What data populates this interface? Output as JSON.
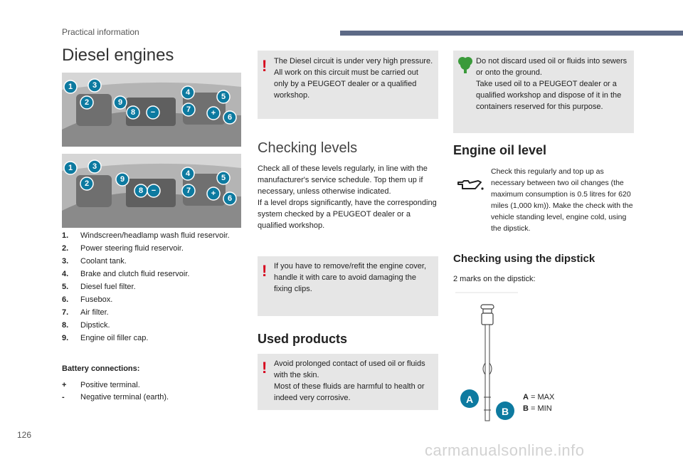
{
  "header": {
    "section": "Practical information"
  },
  "title": "Diesel engines",
  "photos": {
    "callouts": [
      "1",
      "2",
      "3",
      "9",
      "8",
      "−",
      "4",
      "7",
      "5",
      "+",
      "6"
    ]
  },
  "parts": [
    {
      "num": "1.",
      "text": "Windscreen/headlamp wash fluid reservoir."
    },
    {
      "num": "2.",
      "text": "Power steering fluid reservoir."
    },
    {
      "num": "3.",
      "text": "Coolant tank."
    },
    {
      "num": "4.",
      "text": "Brake and clutch fluid reservoir."
    },
    {
      "num": "5.",
      "text": "Diesel fuel filter."
    },
    {
      "num": "6.",
      "text": "Fusebox."
    },
    {
      "num": "7.",
      "text": "Air filter."
    },
    {
      "num": "8.",
      "text": "Dipstick."
    },
    {
      "num": "9.",
      "text": "Engine oil filler cap."
    }
  ],
  "battery": {
    "heading": "Battery connections:",
    "items": [
      {
        "sym": "+",
        "text": "Positive terminal."
      },
      {
        "sym": "-",
        "text": "Negative terminal (earth)."
      }
    ]
  },
  "warning_diesel": "The Diesel circuit is under very high pressure.\nAll work on this circuit must be carried out only by a PEUGEOT dealer or a qualified workshop.",
  "checking_levels": {
    "heading": "Checking levels",
    "body": "Check all of these levels regularly, in line with the manufacturer's service schedule. Top them up if necessary, unless otherwise indicated.\nIf a level drops significantly, have the corresponding system checked by a PEUGEOT dealer or a qualified workshop."
  },
  "warning_cover": "If you have to remove/refit the engine cover, handle it with care to avoid damaging the fixing clips.",
  "used_products": {
    "heading": "Used products",
    "warning": "Avoid prolonged contact of used oil or fluids with the skin.\nMost of these fluids are harmful to health or indeed very corrosive."
  },
  "env_note": "Do not discard used oil or fluids into sewers or onto the ground.\nTake used oil to a PEUGEOT dealer or a qualified workshop and dispose of it in the containers reserved for this purpose.",
  "engine_oil": {
    "heading": "Engine oil level",
    "body": "Check this regularly and top up as necessary between two oil changes (the maximum consumption is 0.5 litres for 620 miles (1,000 km)). Make the check with the vehicle standing level, engine cold, using the dipstick."
  },
  "dipstick": {
    "heading": "Checking using the dipstick",
    "intro": "2 marks on the dipstick:",
    "mark_a_letter": "A",
    "mark_a_text": "= MAX",
    "mark_b_letter": "B",
    "mark_b_text": "= MIN"
  },
  "page_number": "126",
  "watermark": "carmanualsonline.info",
  "colors": {
    "accent": "#0d7aa0",
    "warning": "#d6001c",
    "env": "#3a9a3a",
    "header_bar": "#5d6a86"
  }
}
